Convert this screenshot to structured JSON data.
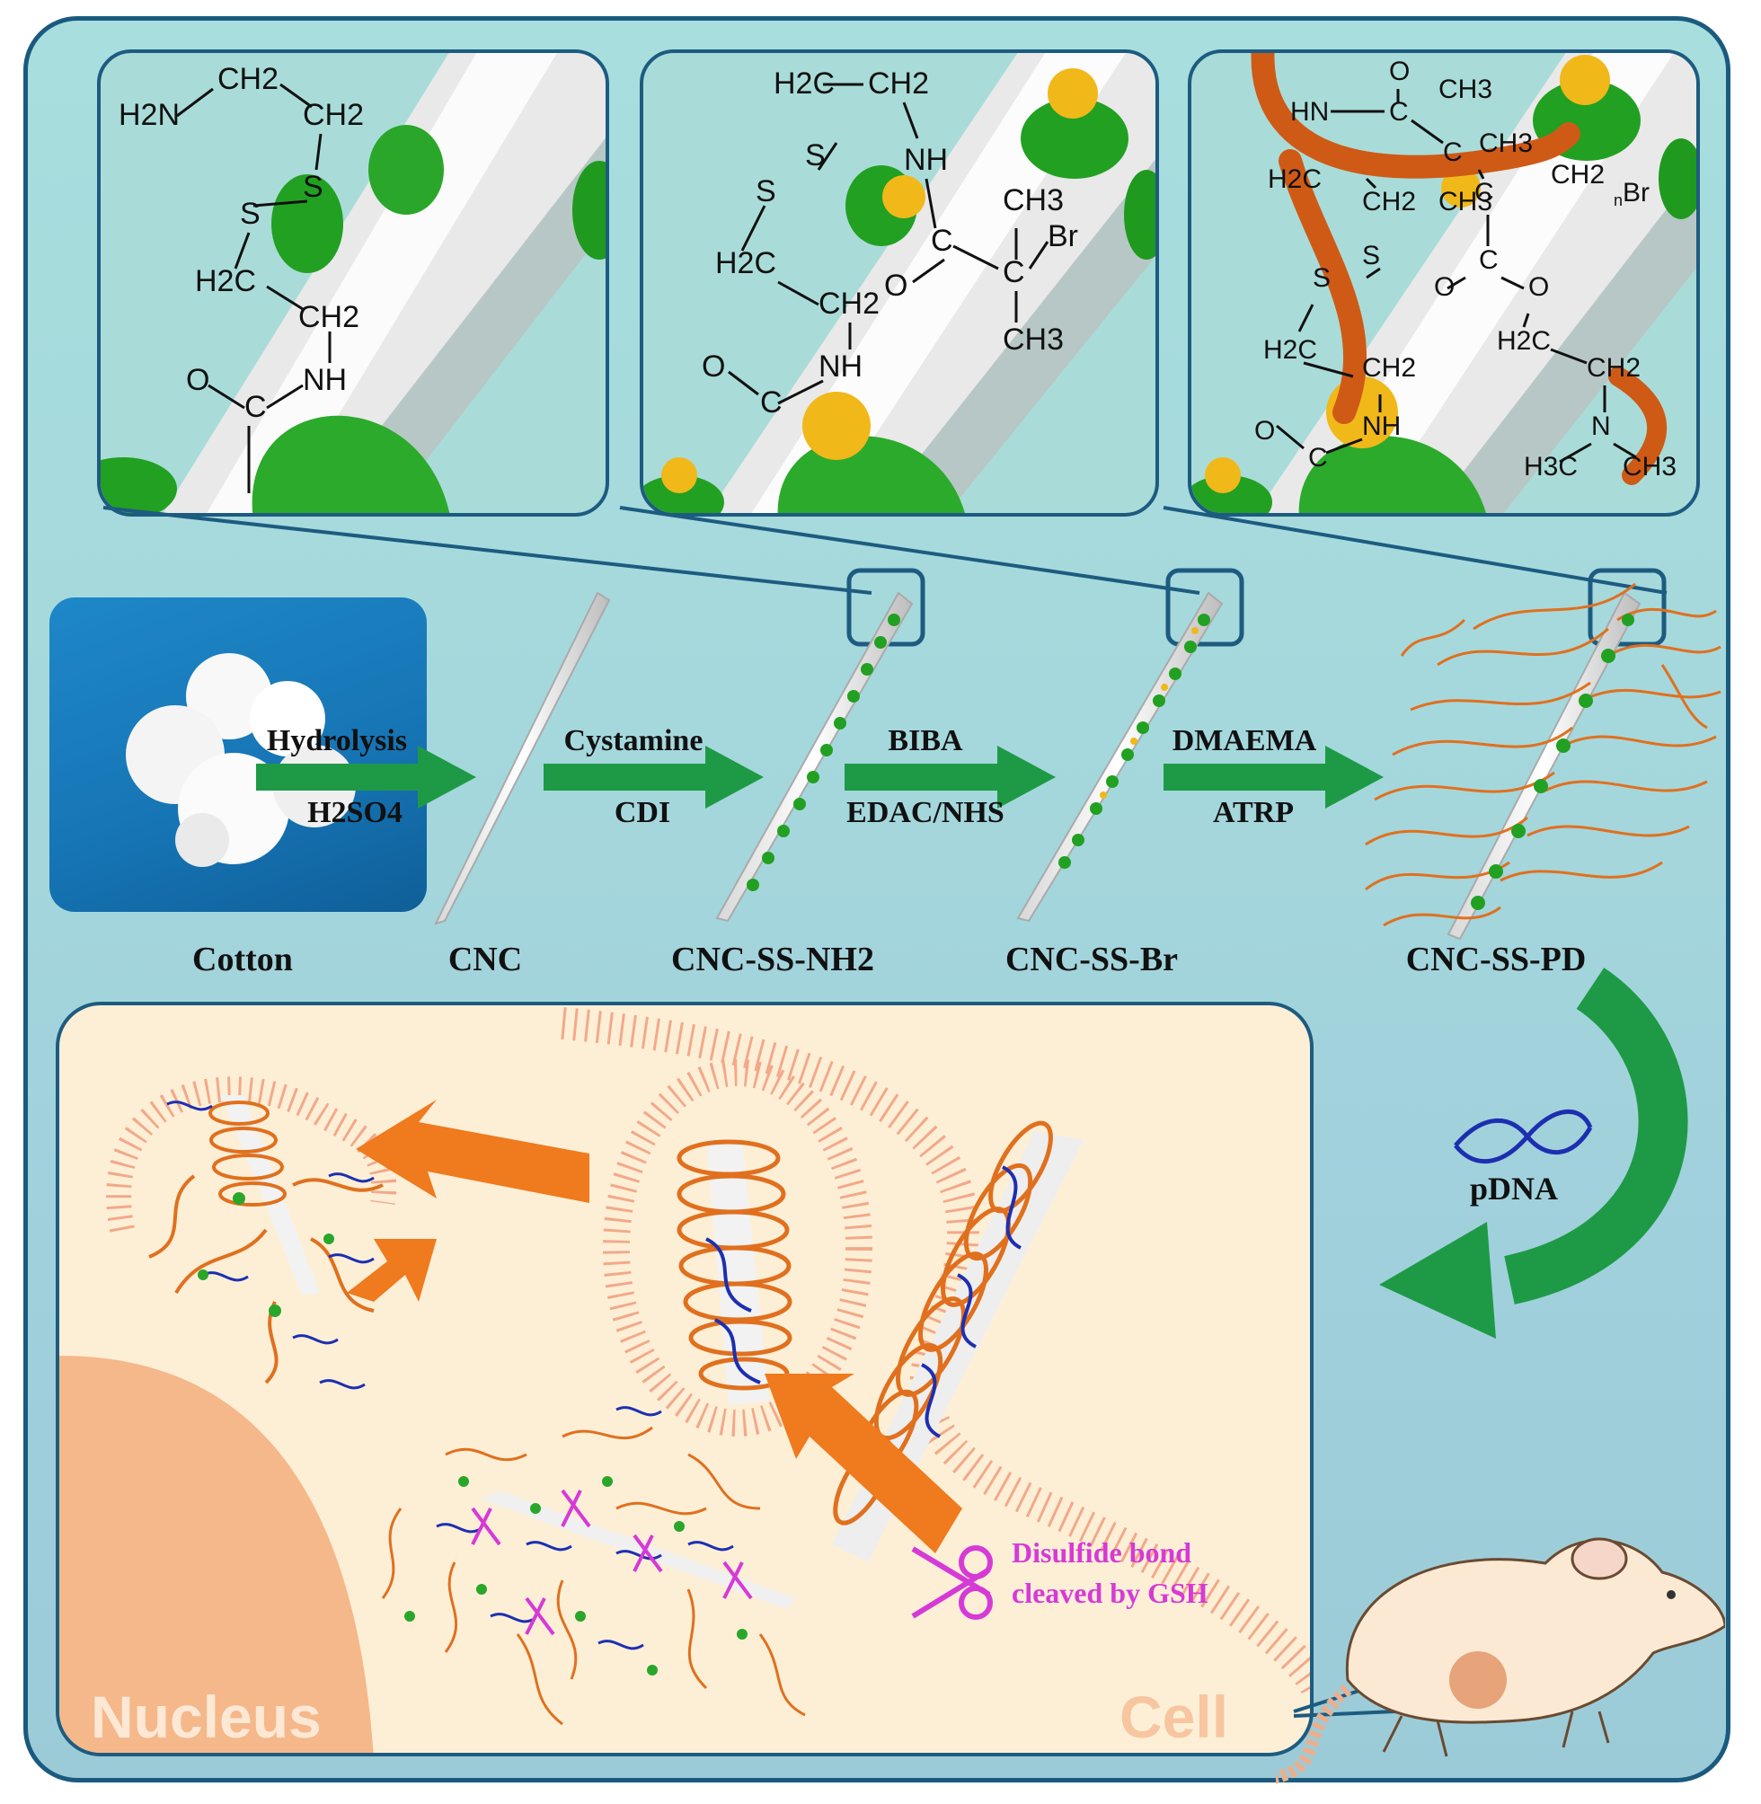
{
  "colors": {
    "frame_border": "#1a5a7e",
    "background": "#a8dede",
    "arrow_green": "#1e9a46",
    "arrow_orange": "#f07a1e",
    "polymer_orange": "#e0701e",
    "dna_blue": "#1d2fb0",
    "scissors_magenta": "#d63ad6",
    "cell_bg": "#fdefd6",
    "nucleus": "#f5b88a"
  },
  "insets": [
    {
      "atoms": [
        "H2N",
        "CH2",
        "CH2",
        "S",
        "S",
        "H2C",
        "CH2",
        "NH",
        "O",
        "C"
      ]
    },
    {
      "atoms": [
        "H2C",
        "CH2",
        "S",
        "S",
        "H2C",
        "CH2",
        "NH",
        "O",
        "C",
        "NH",
        "C",
        "O",
        "CH3",
        "Br",
        "C",
        "CH3"
      ]
    },
    {
      "atoms": [
        "HN",
        "C",
        "O",
        "CH3",
        "C",
        "CH3",
        "H2C",
        "CH2",
        "CH3",
        "C",
        "CH2",
        "n",
        "Br",
        "S",
        "S",
        "C",
        "O",
        "O",
        "H2C",
        "CH2",
        "H2C",
        "CH2",
        "N",
        "H3C",
        "CH3",
        "NH",
        "O",
        "C"
      ]
    }
  ],
  "steps": [
    {
      "reagent_top": "Hydrolysis",
      "reagent_bottom": "H2SO4"
    },
    {
      "reagent_top": "Cystamine",
      "reagent_bottom": "CDI"
    },
    {
      "reagent_top": "BIBA",
      "reagent_bottom": "EDAC/NHS"
    },
    {
      "reagent_top": "DMAEMA",
      "reagent_bottom": "ATRP"
    }
  ],
  "products": [
    "Cotton",
    "CNC",
    "CNC-SS-NH2",
    "CNC-SS-Br",
    "CNC-SS-PD"
  ],
  "pdna_label": "pDNA",
  "disulfide_label_line1": "Disulfide bond",
  "disulfide_label_line2": "cleaved by GSH",
  "nucleus_label": "Nucleus",
  "cell_label": "Cell"
}
